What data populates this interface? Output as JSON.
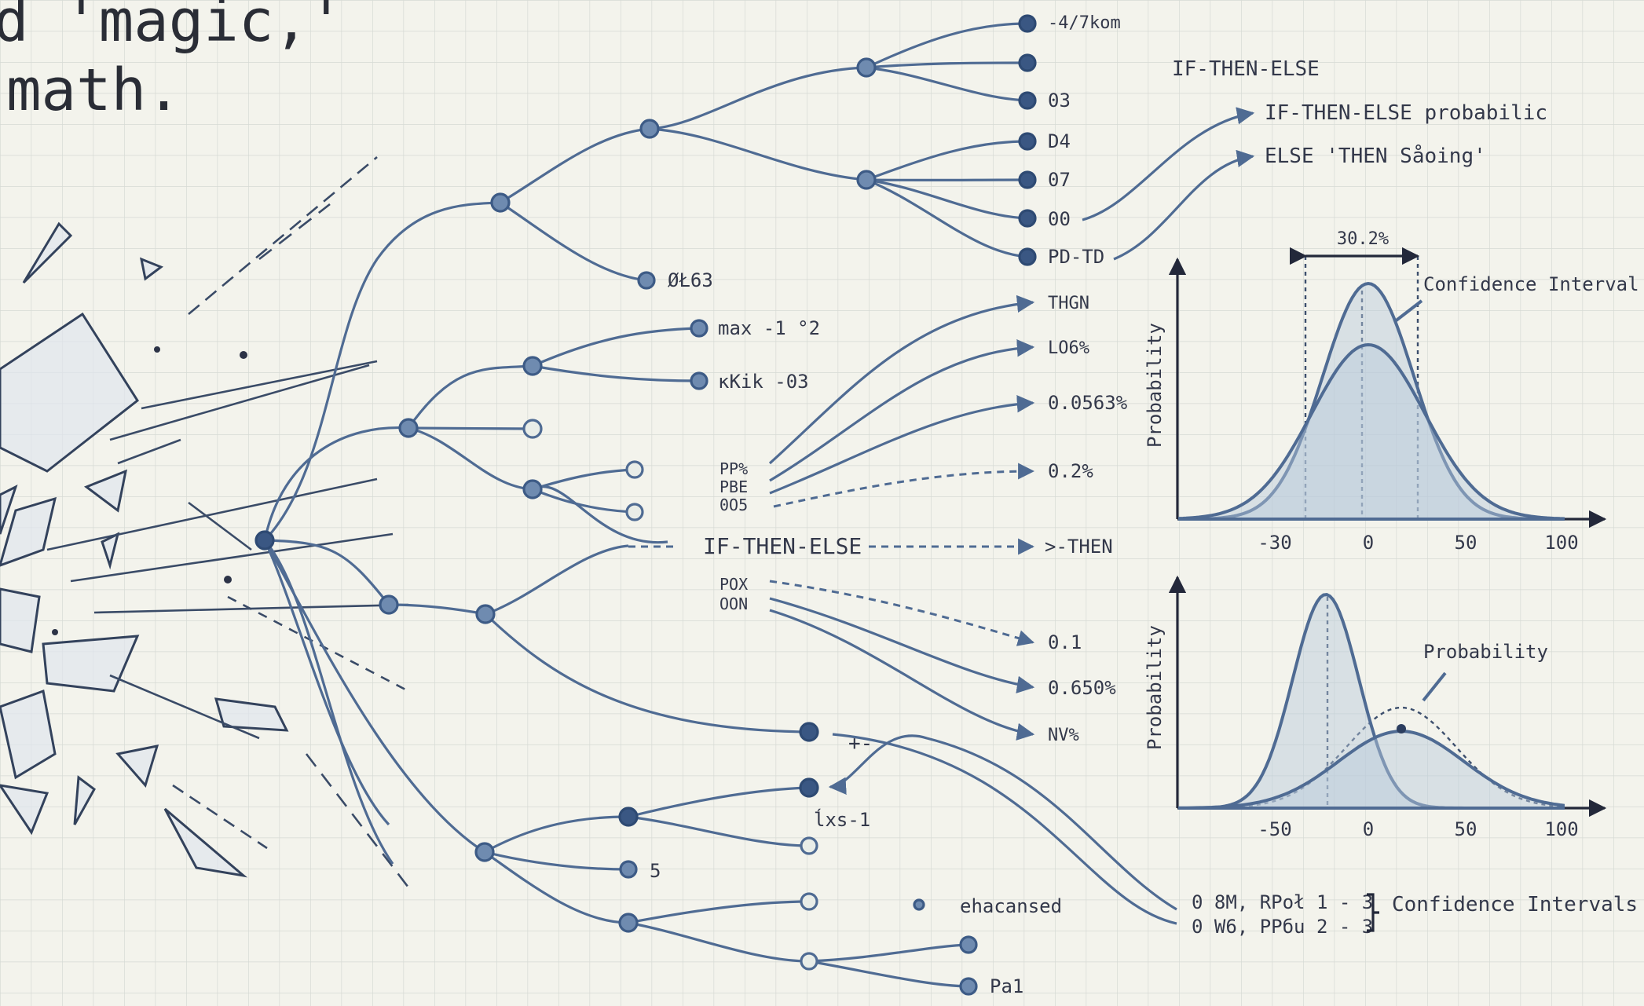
{
  "headline": {
    "line1": "d 'magic,'",
    "line2": "math."
  },
  "tree_labels": {
    "top1": "-4/7kom",
    "top2": "03",
    "top3": "D4",
    "top4": "07",
    "top5": "00",
    "top6": "PD-TD",
    "mid1": "ØŁ63",
    "mid2": "max -1 °2",
    "mid3": "ĸKik -03",
    "pp1": "PP%",
    "pp2": "PBE",
    "pp3": "0O5",
    "ifthen": "IF-THEN-ELSE",
    "then_out": ">-THEN",
    "out1": "THGN",
    "out2": "LO6%",
    "out3": "0.0563%",
    "out4": "0.2%",
    "pox1": "POX",
    "pox2": "OON",
    "out5": "0.1",
    "out6": "0.650%",
    "out7": "NV%",
    "low_plus": "+-",
    "low_x": "ĺxs-1",
    "low_5": "5",
    "low_enh": "ehacansed",
    "low_pa": "Pa1"
  },
  "rules": {
    "title": "IF-THEN-ELSE",
    "rule1": "IF-THEN-ELSE probabilic",
    "rule2": "ELSE 'THEN Såoing'"
  },
  "chart_data": [
    {
      "type": "area",
      "ylabel": "Probability",
      "xticks": [
        "-30",
        "0",
        "50",
        "100"
      ],
      "annotation_width": "30.2%",
      "annotation_label": "Confidence Interval",
      "series": [
        {
          "peak_x": 0,
          "relative_height": 1.0
        },
        {
          "peak_x": 0,
          "relative_height": 0.74
        }
      ],
      "interval": [
        -25,
        25
      ]
    },
    {
      "type": "area",
      "ylabel": "Probability",
      "xticks": [
        "-50",
        "0",
        "50",
        "100"
      ],
      "annotation_label": "Probability",
      "series": [
        {
          "peak_x": -22,
          "relative_height": 1.0
        },
        {
          "peak_x": 15,
          "relative_height": 0.36
        }
      ]
    }
  ],
  "confidence": {
    "line1": "0 8M, RPoł 1 - 3",
    "line2": "0 W6, PPбu 2 - 3",
    "label": "Confidence Intervals"
  },
  "colors": {
    "accent": "#4f6b93",
    "paper": "#f3f3ec",
    "grid": "#d9ddd8"
  }
}
